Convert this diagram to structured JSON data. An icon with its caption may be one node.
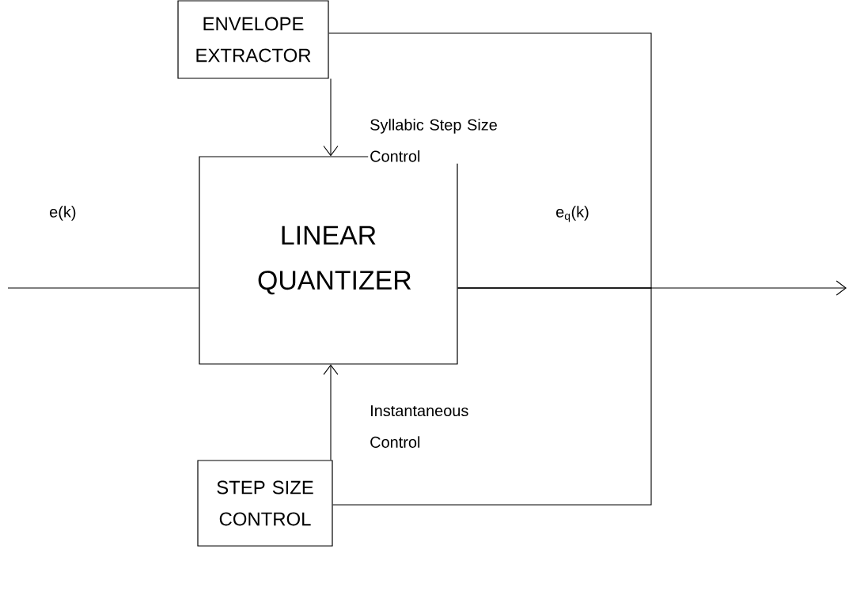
{
  "diagram": {
    "nodes": [
      {
        "text": [
          "ENVELOPE EXTRACTOR"
        ]
      },
      {
        "text": [
          "LINEAR QUANTIZER"
        ]
      },
      {
        "text": [
          "STEP SIZE CONTROL"
        ]
      }
    ],
    "edges": [
      {
        "from": null,
        "to": 1,
        "arrow": "none",
        "label": "e(k)"
      },
      {
        "from": 1,
        "to": null,
        "arrow": "to",
        "label": "e$_{q}$(k)"
      },
      {
        "from": 0,
        "to": 1,
        "arrow": "to",
        "label": "Syllabic Step Size Control"
      },
      {
        "from": 2,
        "to": 1,
        "arrow": "to",
        "label": "Instantaneous Control"
      },
      {
        "from": 1,
        "to": 0,
        "arrow": "none"
      },
      {
        "from": 1,
        "to": 2,
        "arrow": "none"
      }
    ]
  }
}
